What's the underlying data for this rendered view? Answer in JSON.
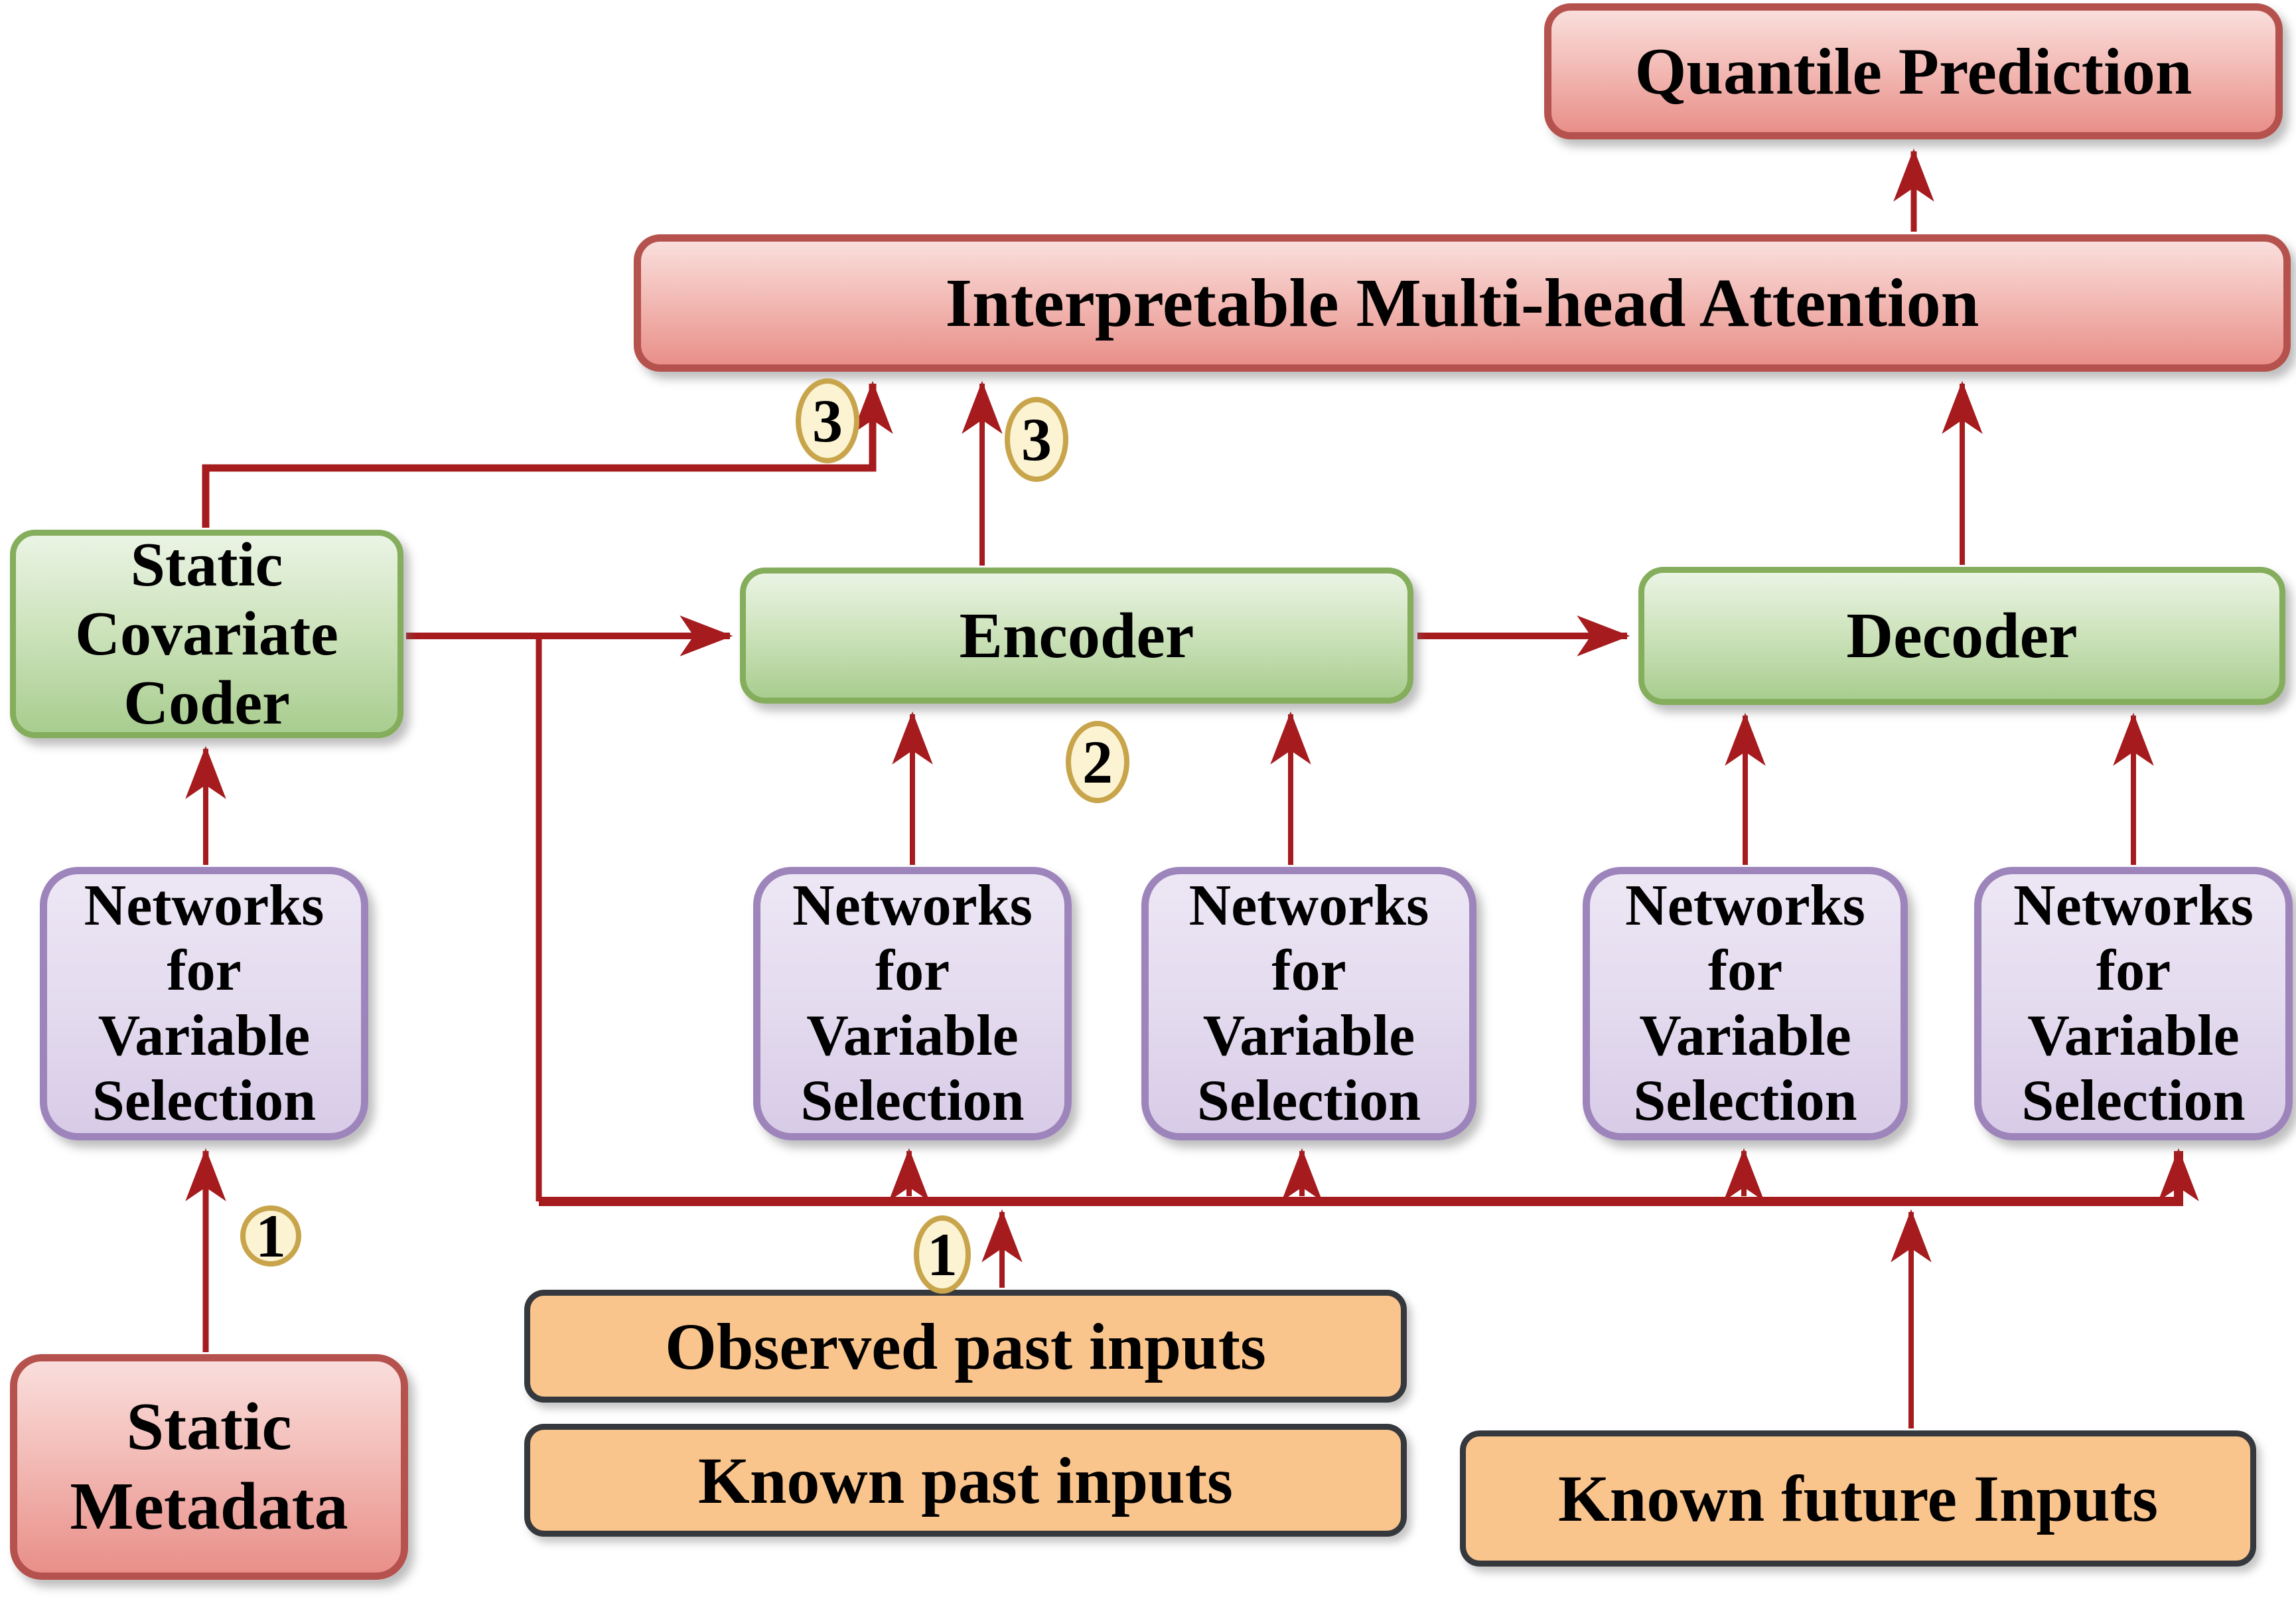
{
  "diagram": {
    "type": "architecture-flow-diagram",
    "subject": "Temporal Fusion Transformer style forecasting architecture"
  },
  "colors": {
    "arrow": "#a61b1e",
    "red_box_border": "#b5524d",
    "red_box_fill_top": "#f9dedc",
    "red_box_fill_bottom": "#e98f89",
    "green_box_border": "#84ad5c",
    "green_box_fill_top": "#eaf4e4",
    "green_box_fill_bottom": "#a8cd8f",
    "purple_box_border": "#9d85bb",
    "purple_box_fill": "#e6ddf0",
    "orange_box_border": "#35393d",
    "orange_box_fill": "#fac48d",
    "badge_border": "#c8a44b",
    "badge_fill": "#fcf3d3",
    "text": "#000000",
    "background": "#ffffff"
  },
  "nodes": {
    "quantile_prediction": {
      "label": "Quantile Prediction"
    },
    "attention": {
      "label": "Interpretable Multi-head Attention"
    },
    "static_covariate_coder": {
      "lines": [
        "Static",
        "Covariate",
        "Coder"
      ]
    },
    "encoder": {
      "label": "Encoder"
    },
    "decoder": {
      "label": "Decoder"
    },
    "networks_vsn": {
      "lines": [
        "Networks",
        "for",
        "Variable",
        "Selection"
      ],
      "instances": 5
    },
    "static_metadata": {
      "lines": [
        "Static",
        "Metadata"
      ]
    },
    "observed_past_inputs": {
      "label": "Observed past inputs"
    },
    "known_past_inputs": {
      "label": "Known past inputs"
    },
    "known_future_inputs": {
      "label": "Known future Inputs"
    }
  },
  "badges": {
    "step1_left": "1",
    "step1_middle": "1",
    "step2": "2",
    "step3_left": "3",
    "step3_right": "3"
  },
  "edges": [
    {
      "from": "interpretable-multi-head-attention",
      "to": "quantile-prediction"
    },
    {
      "from": "static-covariate-coder",
      "to": "interpretable-multi-head-attention",
      "badge": "3"
    },
    {
      "from": "encoder",
      "to": "interpretable-multi-head-attention",
      "badge": "3"
    },
    {
      "from": "decoder",
      "to": "interpretable-multi-head-attention"
    },
    {
      "from": "static-covariate-coder",
      "to": "encoder"
    },
    {
      "from": "encoder",
      "to": "decoder"
    },
    {
      "from": "static-covariate-coder",
      "to": "input-bus"
    },
    {
      "from": "input-bus",
      "to": "vsn-2"
    },
    {
      "from": "input-bus",
      "to": "vsn-3"
    },
    {
      "from": "input-bus",
      "to": "vsn-4"
    },
    {
      "from": "input-bus",
      "to": "vsn-5"
    },
    {
      "from": "observed-past-inputs",
      "to": "input-bus",
      "badge": "1"
    },
    {
      "from": "known-future-inputs",
      "to": "input-bus"
    },
    {
      "from": "static-metadata",
      "to": "vsn-1",
      "badge": "1"
    },
    {
      "from": "vsn-1",
      "to": "static-covariate-coder"
    },
    {
      "from": "vsn-2",
      "to": "encoder",
      "badge": "2"
    },
    {
      "from": "vsn-3",
      "to": "encoder"
    },
    {
      "from": "vsn-4",
      "to": "decoder"
    },
    {
      "from": "vsn-5",
      "to": "decoder"
    }
  ]
}
